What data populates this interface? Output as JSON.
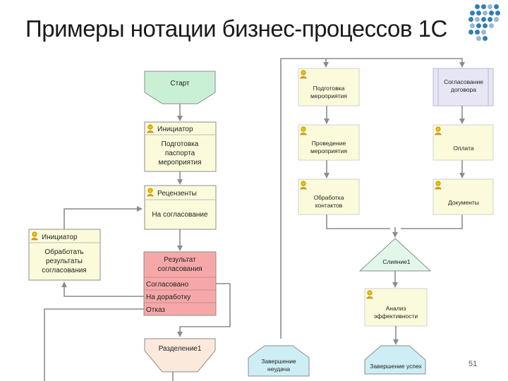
{
  "title": "Примеры нотации бизнес-процессов 1С",
  "page_number": "51",
  "colors": {
    "start_fill": "#c9f0d4",
    "task_fill": "#fbfbdc",
    "result_fill": "#f6a8a8",
    "split_fill": "#fbe9dc",
    "merge_fill": "#e1f7ea",
    "end_fill": "#cdeef4",
    "agreement_fill": "#e6e6f5",
    "line": "#8c8c8c",
    "logo_blue": "#2f7fb5",
    "logo_light": "#9ab8cf"
  },
  "icons": {
    "user": "user-icon"
  },
  "left_flow": {
    "start": "Старт",
    "task1": {
      "role": "Инициатор",
      "lines": [
        "Подготовка",
        "паспорта",
        "мероприятия"
      ]
    },
    "task2": {
      "role": "Рецензенты",
      "lines": [
        "На согласование"
      ]
    },
    "task3": {
      "role": "Инициатор",
      "lines": [
        "Обработать",
        "результаты",
        "согласования"
      ]
    },
    "result": {
      "lines": [
        "Результат",
        "согласования"
      ],
      "options": [
        "Согласовано",
        "На доработку",
        "Отказ"
      ]
    },
    "split": "Разделение1"
  },
  "middle_flow": {
    "task_a": [
      "Подготовка",
      "мероприятия"
    ],
    "task_b": [
      "Проведение",
      "мероприятия"
    ],
    "task_c": [
      "Обработка",
      "контактов"
    ],
    "merge": "Слияние1",
    "task_d": [
      "Анализ",
      "эффективности"
    ],
    "end_success": "Завершение успех",
    "end_fail": [
      "Завершение",
      "неудача"
    ]
  },
  "right_flow": {
    "task_a": [
      "Согласование",
      "договора"
    ],
    "task_b": [
      "Оплата"
    ],
    "task_c": [
      "Документы"
    ]
  }
}
